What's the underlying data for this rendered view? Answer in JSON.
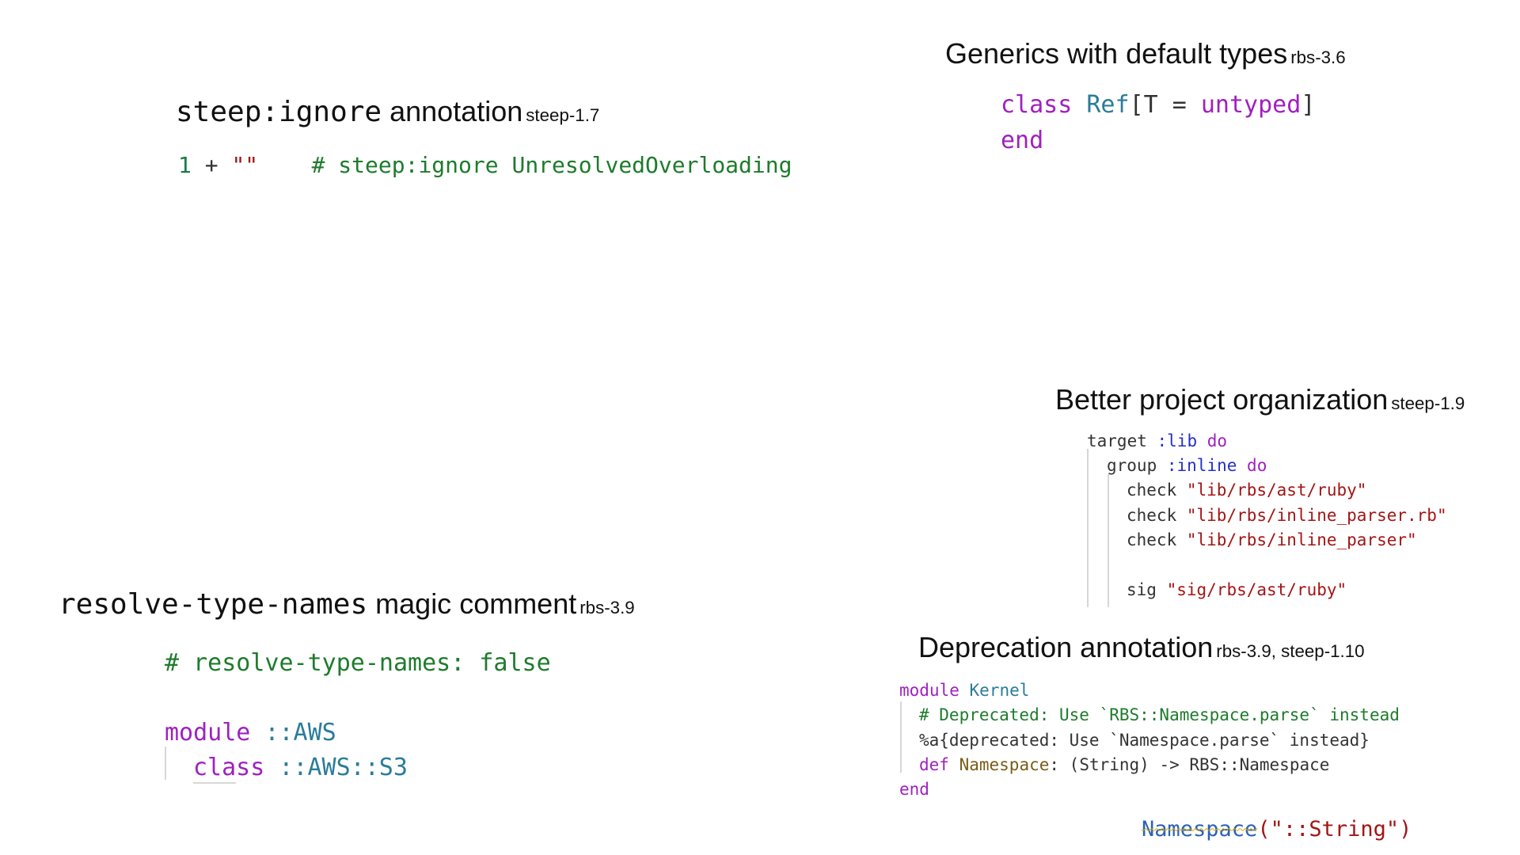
{
  "sections": {
    "steep_ignore": {
      "heading_code": "steep:ignore",
      "heading_text": "annotation",
      "tag": "steep-1.7",
      "code": {
        "number": "1",
        "operator": " + ",
        "string": "\"\"",
        "comment": "# steep:ignore UnresolvedOverloading"
      }
    },
    "generics": {
      "heading_text": "Generics with default types",
      "tag": "rbs-3.6",
      "code": {
        "kw_class": "class",
        "type_ref": "Ref",
        "open": "[T = ",
        "kw_untyped": "untyped",
        "close": "]",
        "kw_end": "end"
      }
    },
    "project_org": {
      "heading_text": "Better project organization",
      "tag": "steep-1.9",
      "code": {
        "target": "target",
        "lib_sym": ":lib",
        "do1": "do",
        "group": "group",
        "inline_sym": ":inline",
        "do2": "do",
        "check": "check",
        "check1_path": "\"lib/rbs/ast/ruby\"",
        "check2_path": "\"lib/rbs/inline_parser.rb\"",
        "check3_path": "\"lib/rbs/inline_parser\"",
        "sig": "sig",
        "sig_path": "\"sig/rbs/ast/ruby\""
      }
    },
    "resolve_type_names": {
      "heading_code": "resolve-type-names",
      "heading_text": "magic comment",
      "tag": "rbs-3.9",
      "code": {
        "comment": "# resolve-type-names: false",
        "kw_module": "module",
        "module_name": "::AWS",
        "kw_class": "class",
        "class_name": "::AWS::S3"
      }
    },
    "deprecation": {
      "heading_text": "Deprecation annotation",
      "tag": "rbs-3.9, steep-1.10",
      "code": {
        "kw_module": "module",
        "module_name": "Kernel",
        "comment": "# Deprecated: Use `RBS::Namespace.parse` instead",
        "annotation": "%a{deprecated: Use `Namespace.parse` instead}",
        "kw_def": "def",
        "def_name": "Namespace",
        "signature": ": (String) -> RBS::Namespace",
        "kw_end": "end"
      },
      "call": {
        "name": "Namespace",
        "open": "(",
        "arg": "\"::String\"",
        "close": ")"
      }
    }
  },
  "colors": {
    "comment": "#1e7b2c",
    "string": "#a31515",
    "keyword": "#a020c0",
    "type": "#2a7c9a",
    "symbol": "#2530c8",
    "deprecated_squiggle": "#d7a800"
  }
}
